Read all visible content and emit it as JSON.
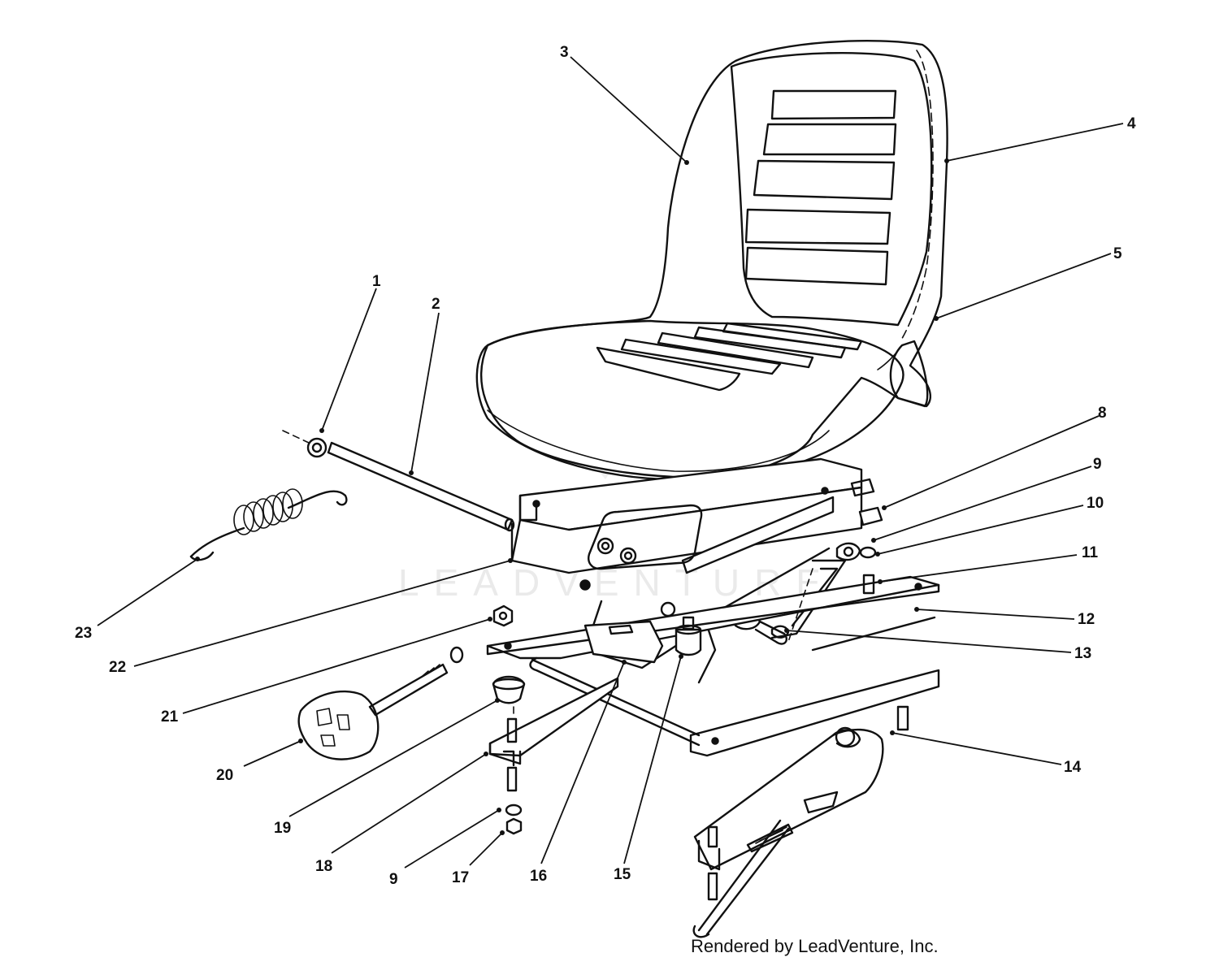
{
  "watermark": "LEADVENTURE",
  "credit": "Rendered by LeadVenture, Inc.",
  "callouts": {
    "p1": "1",
    "p2": "2",
    "p3": "3",
    "p4": "4",
    "p5": "5",
    "p8": "8",
    "p9a": "9",
    "p10": "10",
    "p11": "11",
    "p12": "12",
    "p13": "13",
    "p14": "14",
    "p15": "15",
    "p16": "16",
    "p17": "17",
    "p9b": "9",
    "p18": "18",
    "p19": "19",
    "p20": "20",
    "p21": "21",
    "p22": "22",
    "p23": "23"
  }
}
